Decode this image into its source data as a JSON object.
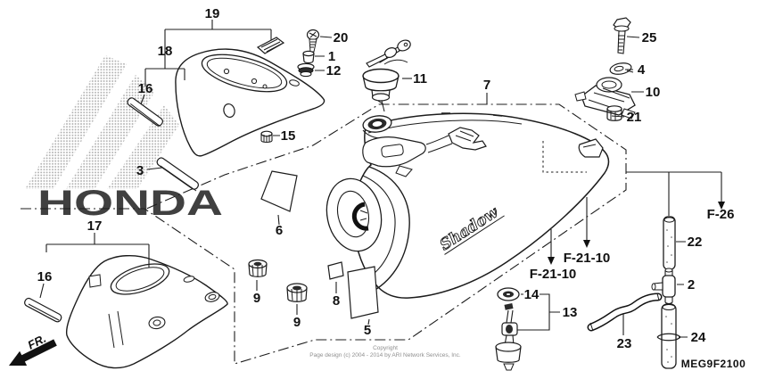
{
  "diagram": {
    "figure_code": "MEG9F2100",
    "watermark_text": "HONDA",
    "direction_label": "FR.",
    "emblem_text": "Shadow",
    "copyright": {
      "line1": "Copyright",
      "line2": "Page design (c) 2004 - 2014 by ARI Network Services, Inc."
    },
    "callouts": {
      "n1": "1",
      "n2": "2",
      "n3": "3",
      "n4": "4",
      "n5": "5",
      "n6": "6",
      "n7": "7",
      "n8": "8",
      "n9a": "9",
      "n9b": "9",
      "n10": "10",
      "n11": "11",
      "n12": "12",
      "n13": "13",
      "n14": "14",
      "n15": "15",
      "n16a": "16",
      "n16b": "16",
      "n17": "17",
      "n18": "18",
      "n19": "19",
      "n20": "20",
      "n21": "21",
      "n22": "22",
      "n23": "23",
      "n24": "24",
      "n25": "25"
    },
    "references": {
      "f26": "F-26",
      "f2110_upper": "F-21-10",
      "f2110_lower": "F-21-10"
    }
  }
}
